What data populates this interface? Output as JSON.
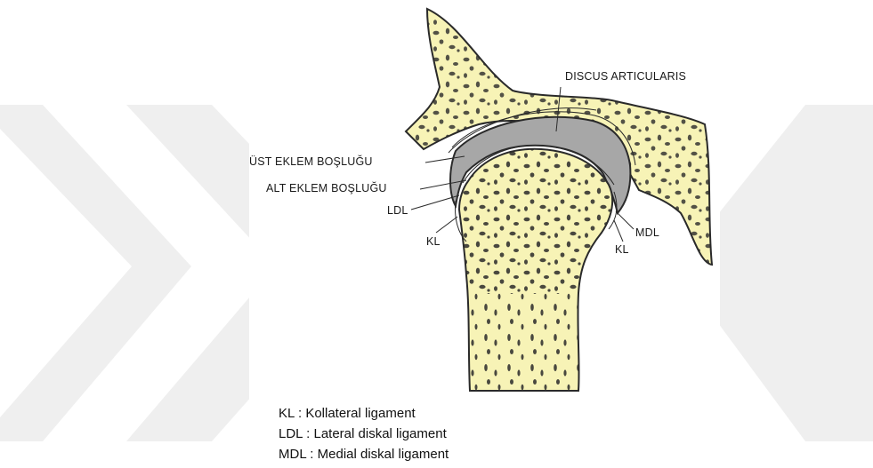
{
  "labels": {
    "discus": "DISCUS ARTICULARIS",
    "ust": "ÜST EKLEM BOŞLUĞU",
    "alt": "ALT EKLEM BOŞLUĞU",
    "ldl": "LDL",
    "kl_left": "KL",
    "mdl": "MDL",
    "kl_right": "KL"
  },
  "legend": [
    {
      "abbr": "KL",
      "sep": " : ",
      "text": "Kollateral ligament"
    },
    {
      "abbr": "LDL",
      "sep": " : ",
      "text": "Lateral diskal ligament"
    },
    {
      "abbr": "MDL",
      "sep": " : ",
      "text": "Medial diskal ligament"
    }
  ],
  "colors": {
    "bone_fill": "#f7f3b6",
    "outline": "#2a2a2a",
    "disc_fill": "#a7a7a7",
    "watermark": "#efefef"
  }
}
